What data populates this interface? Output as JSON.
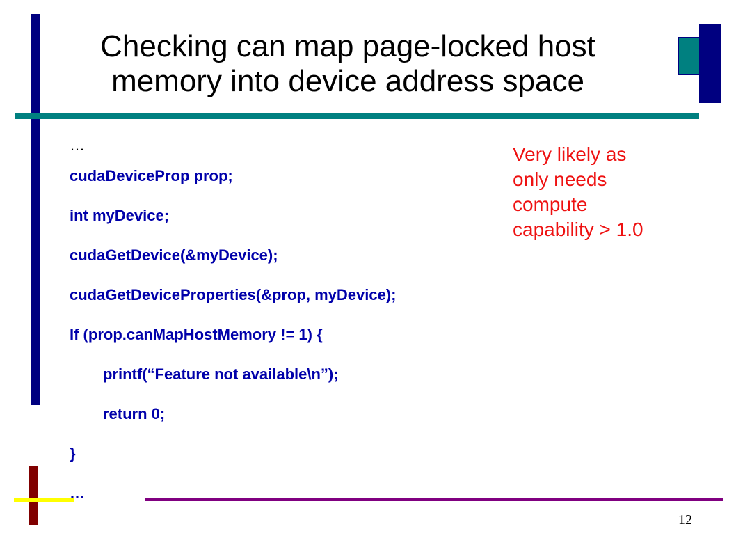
{
  "slide": {
    "title_lines": [
      "Checking can map page-locked host",
      "memory into device address space"
    ],
    "code_lines": [
      "…",
      "cudaDeviceProp prop;",
      "int myDevice;",
      "cudaGetDevice(&myDevice);",
      "cudaGetDeviceProperties(&prop, myDevice);",
      "If (prop.canMapHostMemory != 1) {",
      "printf(“Feature not available\\n”);",
      "return 0;",
      "}",
      "…"
    ],
    "note_lines": [
      "Very likely as",
      "only needs",
      "compute",
      "capability > 1.0"
    ],
    "page_number": "12"
  },
  "colors": {
    "navy": "#000080",
    "teal": "#008080",
    "code_blue": "#0000aa",
    "note_red": "#ee1111",
    "maroon": "#800000",
    "yellow": "#ffff00",
    "purple": "#800080"
  }
}
